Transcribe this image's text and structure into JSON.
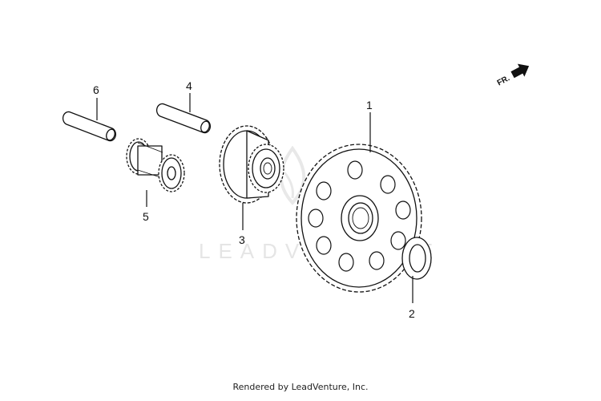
{
  "diagram": {
    "direction_arrow_label": "FR.",
    "watermark_text": "LEADVENTURE",
    "callouts": [
      {
        "id": "1",
        "label": "1"
      },
      {
        "id": "2",
        "label": "2"
      },
      {
        "id": "3",
        "label": "3"
      },
      {
        "id": "4",
        "label": "4"
      },
      {
        "id": "5",
        "label": "5"
      },
      {
        "id": "6",
        "label": "6"
      }
    ]
  },
  "footer": {
    "credit": "Rendered by LeadVenture, Inc."
  }
}
